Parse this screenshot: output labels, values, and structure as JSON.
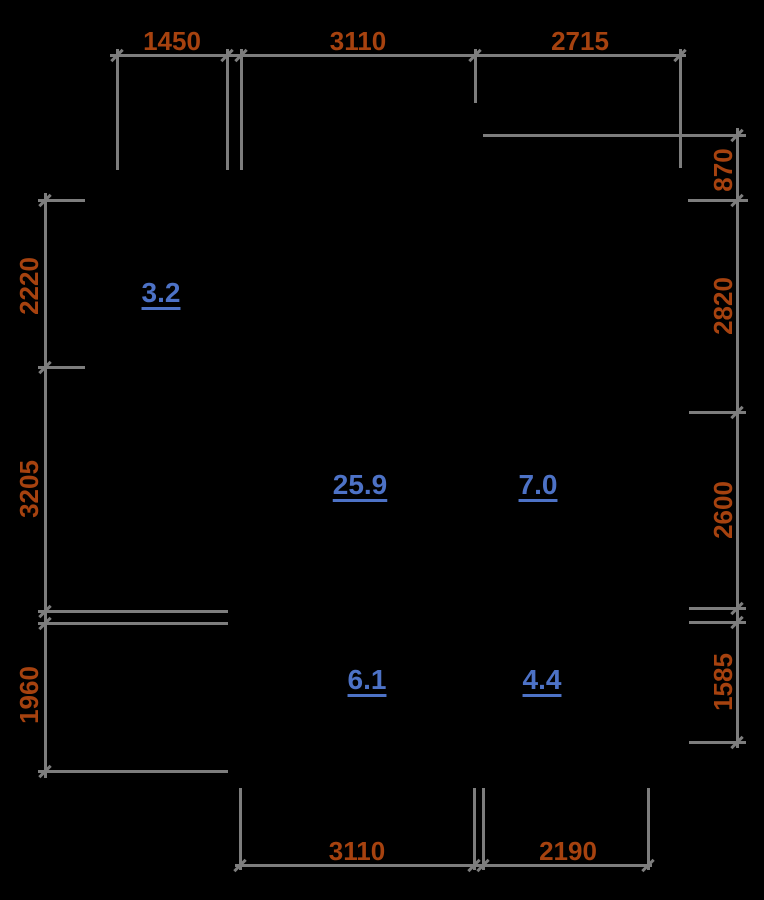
{
  "drawing": {
    "title": "floor-plan-dimension-drawing"
  },
  "colors": {
    "background": "#000000",
    "line": "#7d7d7d",
    "dimension_text": "#a6420f",
    "area_text": "#4d72c6"
  },
  "dims": {
    "top": [
      {
        "label": "1450"
      },
      {
        "label": "3110"
      },
      {
        "label": "2715"
      }
    ],
    "bottom": [
      {
        "label": "3110"
      },
      {
        "label": "2190"
      }
    ],
    "left": [
      {
        "label": "2220"
      },
      {
        "label": "3205"
      },
      {
        "label": "1960"
      }
    ],
    "right": [
      {
        "label": "870"
      },
      {
        "label": "2820"
      },
      {
        "label": "2600"
      },
      {
        "label": "1585"
      }
    ]
  },
  "areas": [
    {
      "label": "3.2"
    },
    {
      "label": "25.9"
    },
    {
      "label": "7.0"
    },
    {
      "label": "6.1"
    },
    {
      "label": "4.4"
    }
  ]
}
